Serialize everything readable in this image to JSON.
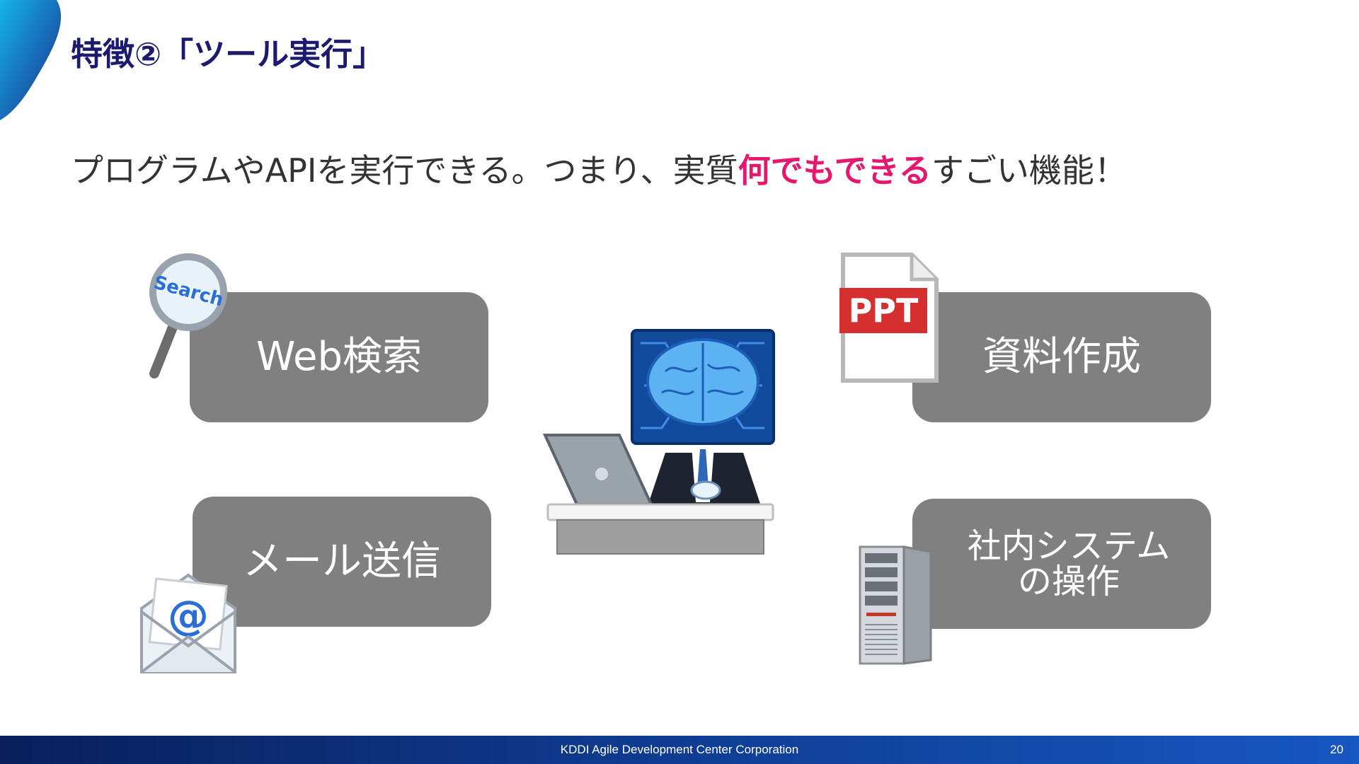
{
  "slide": {
    "title": "特徴②「ツール実行」",
    "subtitle_before": "プログラムやAPIを実行できる。つまり、実質",
    "subtitle_highlight": "何でもできる",
    "subtitle_after": "すごい機能！"
  },
  "features": {
    "web_search": "Web検索",
    "document_creation": "資料作成",
    "email_sending": "メール送信",
    "internal_system_line1": "社内システム",
    "internal_system_line2": "の操作"
  },
  "illustrations": {
    "search_label": "Search",
    "ppt_label": "PPT",
    "email_symbol": "@"
  },
  "footer": {
    "company": "KDDI Agile Development Center Corporation",
    "page_number": "20"
  },
  "colors": {
    "title": "#1b1a6e",
    "highlight": "#e5176e",
    "feature_box": "#808080",
    "footer": "#0e3a8e"
  },
  "icons": [
    "magnifier-search-icon",
    "ppt-file-icon",
    "email-envelope-icon",
    "server-icon",
    "ai-brain-worker-illustration"
  ]
}
